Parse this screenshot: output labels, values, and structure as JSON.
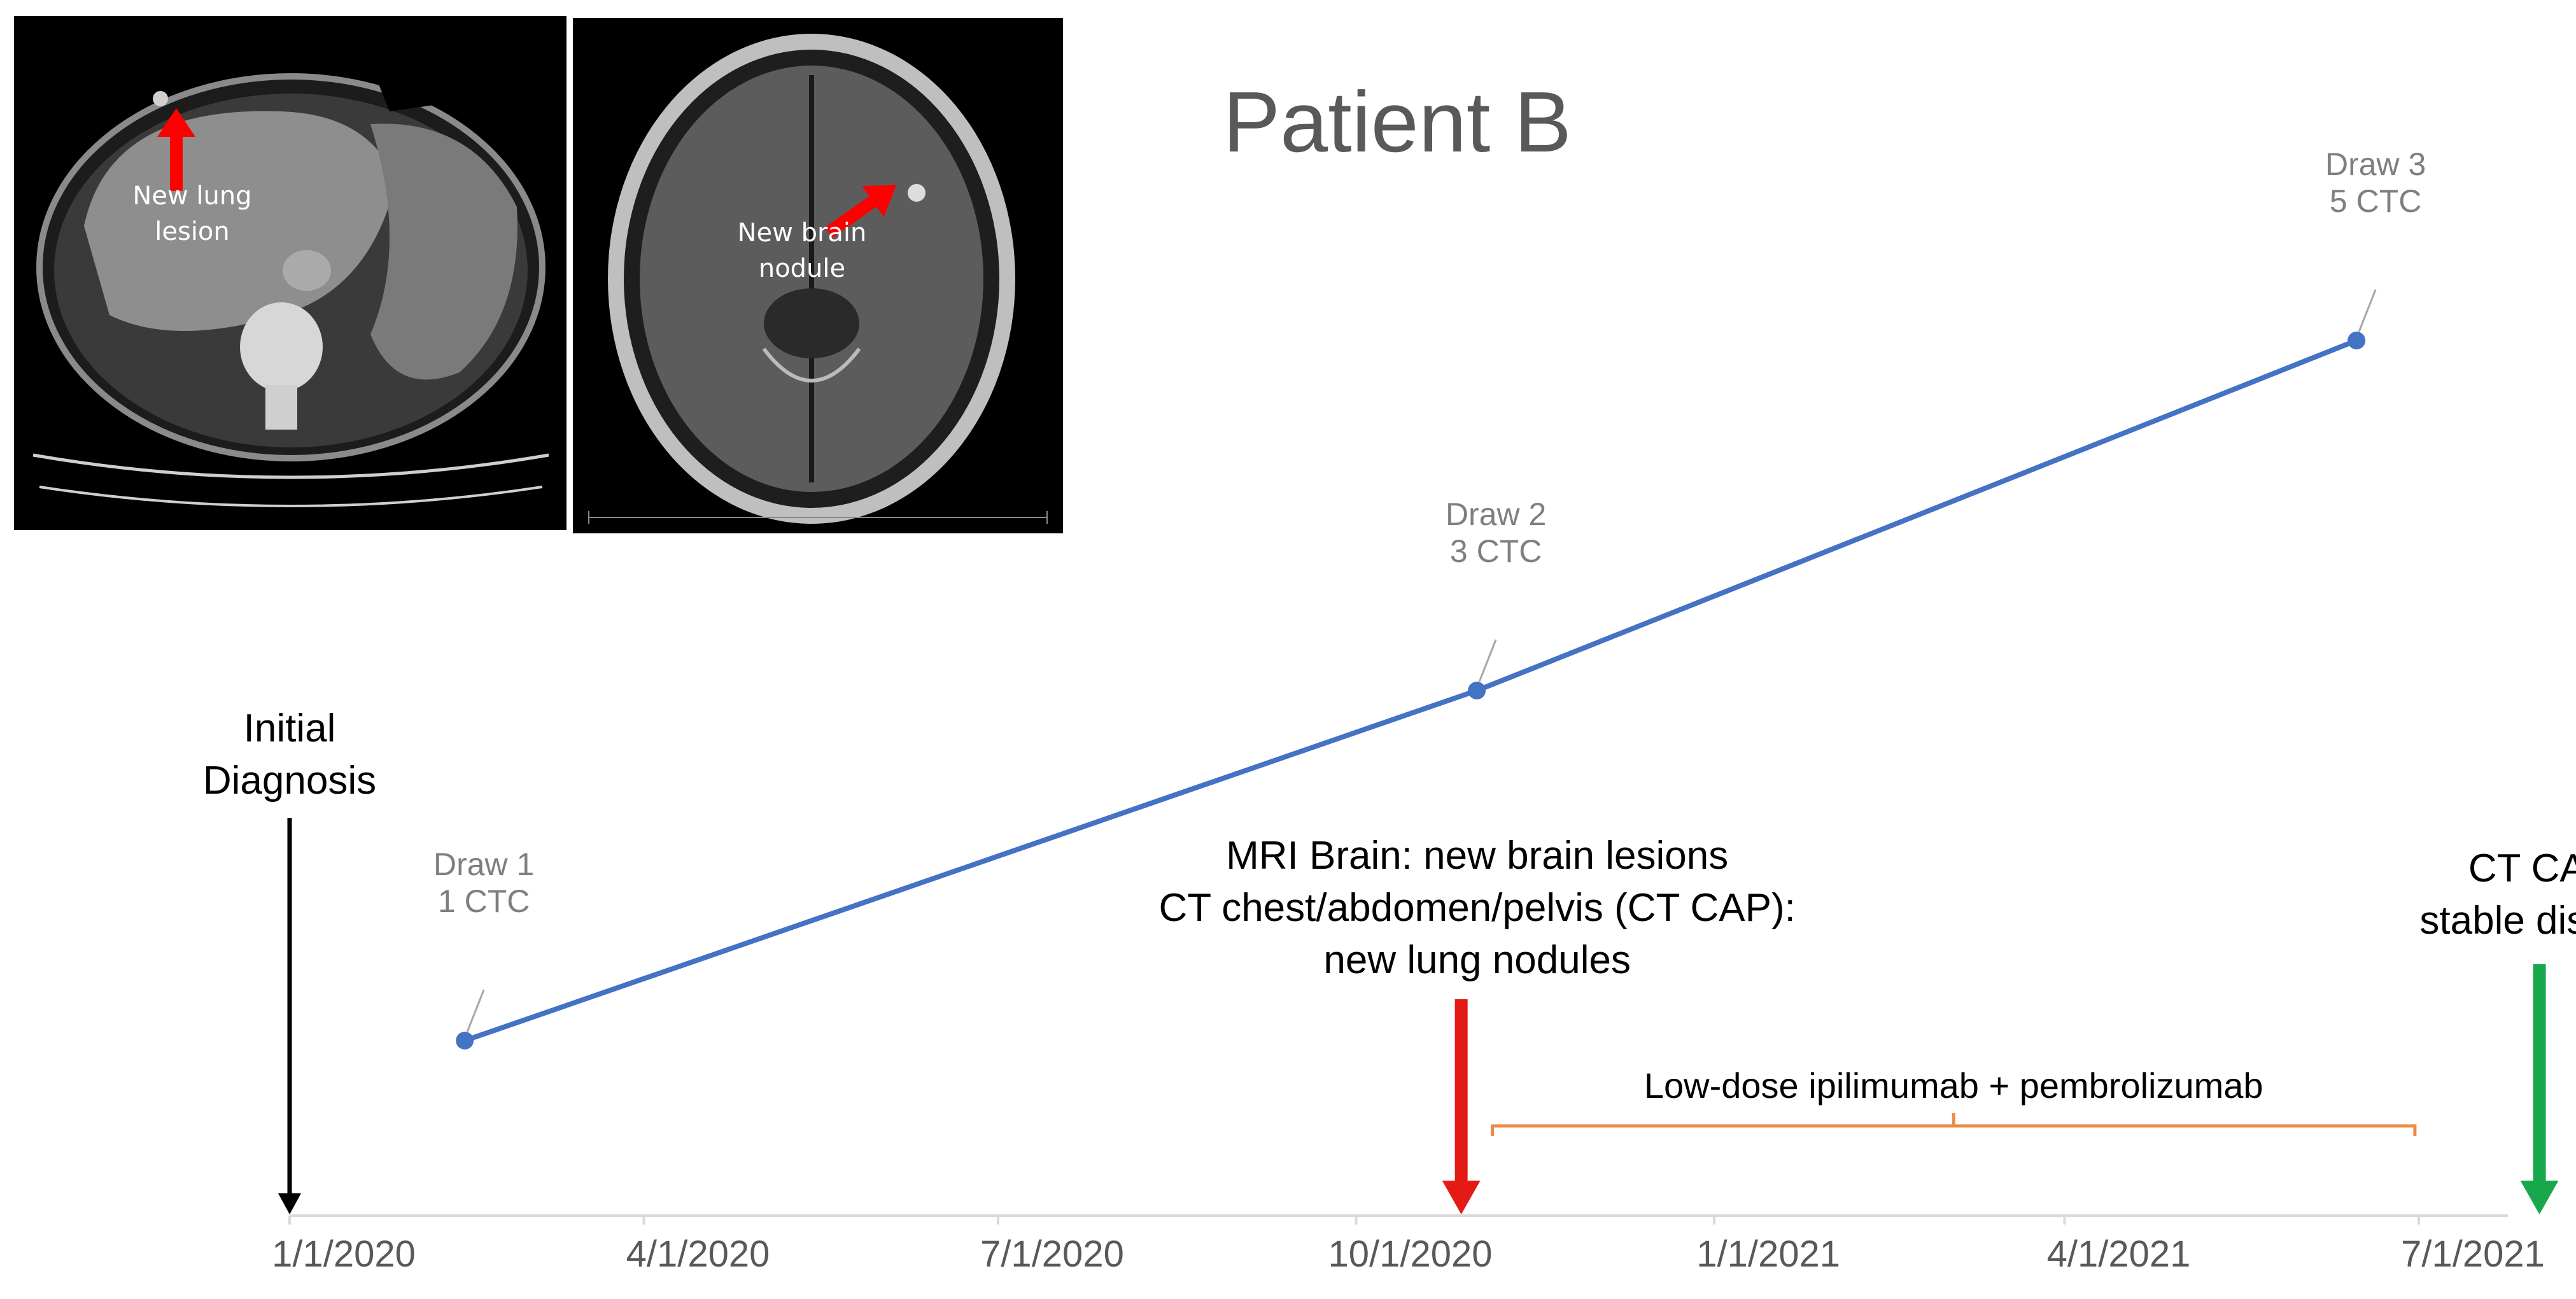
{
  "title": "Patient B",
  "images": {
    "ct": {
      "label": "New lung\nlesion"
    },
    "mri": {
      "label": "New brain\nnodule"
    }
  },
  "events": [
    {
      "date": "1/1/2020",
      "label": "Initial\nDiagnosis",
      "color": "#000000"
    },
    {
      "date": "10/28/2020",
      "label": "MRI Brain: new brain lesions\nCT chest/abdomen/pelvis   (CT CAP):\nnew lung nodules",
      "color": "#e41b14"
    },
    {
      "date": "8/1/2021",
      "label": "CT CAP:\nstable disease",
      "color": "#18a84b"
    }
  ],
  "treatment": {
    "label": "Low-dose ipilimumab + pembrolizumab",
    "start": "11/5/2020",
    "end": "6/30/2021",
    "color": "#ed8b45"
  },
  "chart_data": {
    "type": "line",
    "series": [
      {
        "color": "#4472c4",
        "points": [
          {
            "x": "2/15/2020",
            "y": 1,
            "label": "Draw 1\n1 CTC"
          },
          {
            "x": "11/1/2020",
            "y": 3,
            "label": "Draw 2\n3 CTC"
          },
          {
            "x": "6/15/2021",
            "y": 5,
            "label": "Draw 3\n5 CTC"
          }
        ]
      }
    ],
    "x_ticks": [
      "1/1/2020",
      "4/1/2020",
      "7/1/2020",
      "10/1/2020",
      "1/1/2021",
      "4/1/2021",
      "7/1/2021"
    ],
    "xlim": [
      "11/15/2019",
      "9/1/2021"
    ],
    "ylim": [
      0,
      6
    ],
    "grid": false,
    "legend": "none"
  }
}
